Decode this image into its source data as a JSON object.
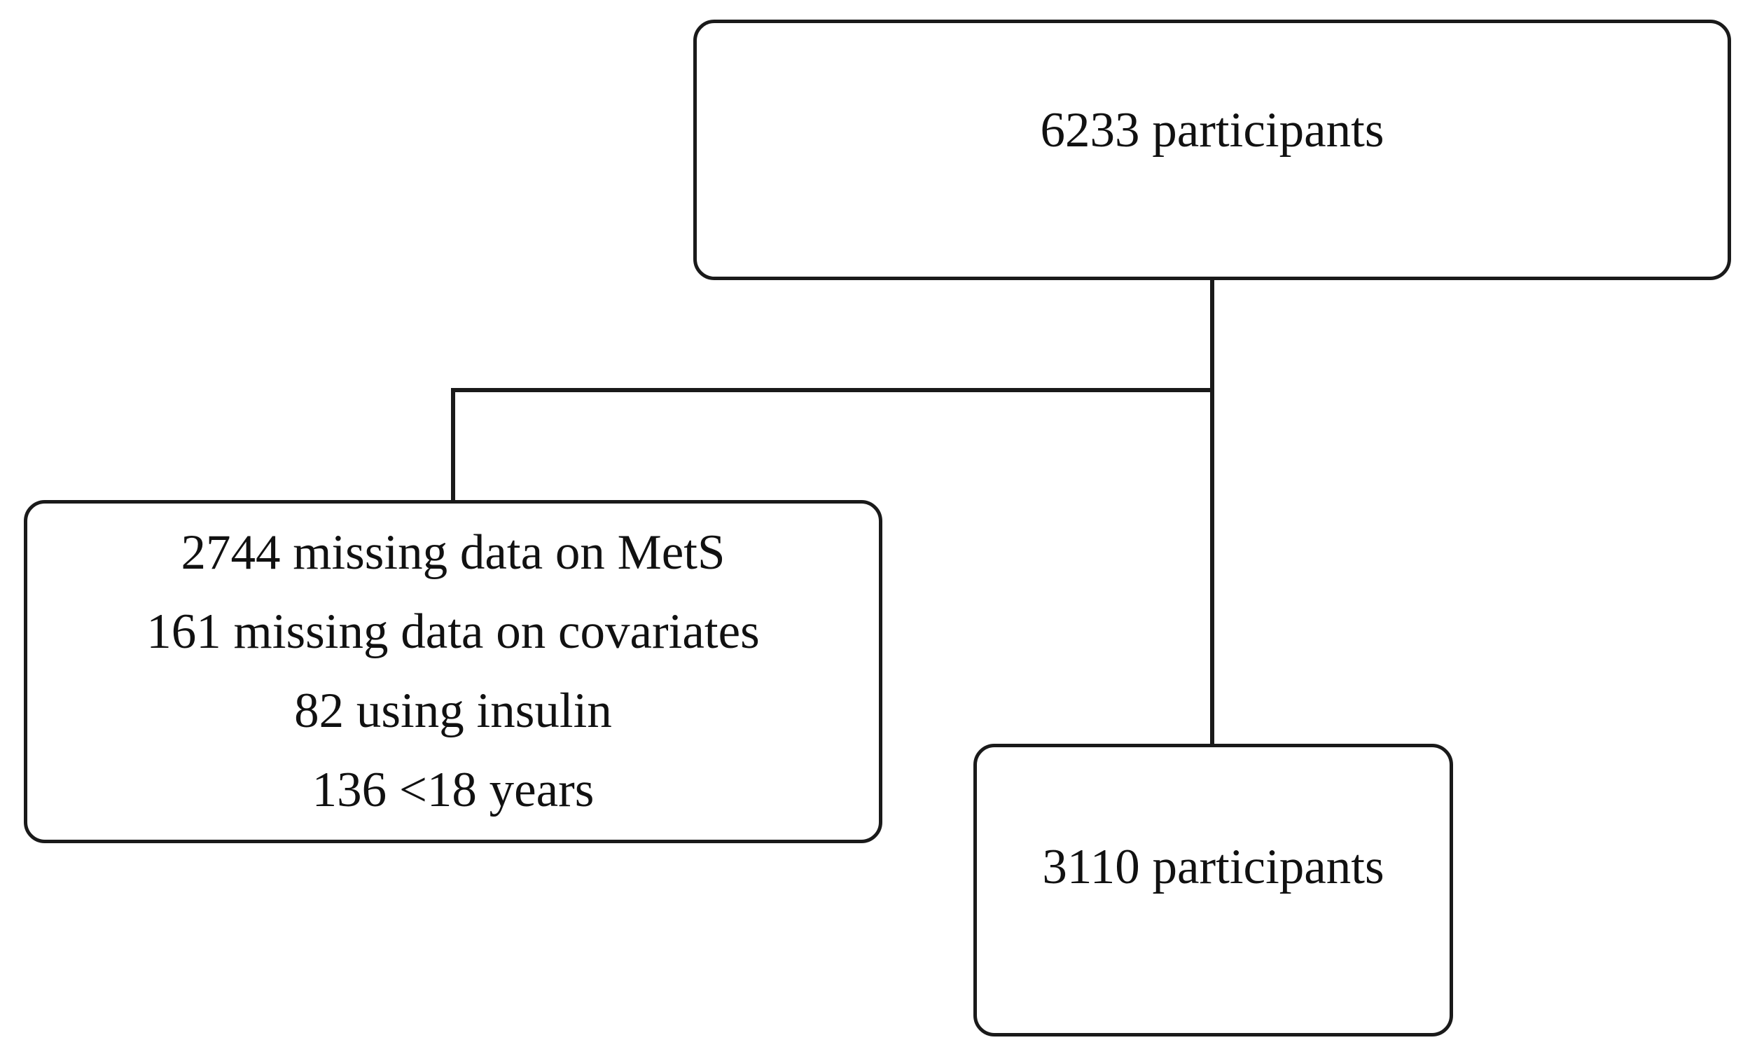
{
  "diagram": {
    "top_box": {
      "text": "6233  participants"
    },
    "exclusion_box": {
      "lines": [
        "2744 missing data on MetS",
        "161 missing data on covariates",
        "82 using insulin",
        "136  <18 years"
      ]
    },
    "final_box": {
      "text": "3110 participants"
    },
    "colors": {
      "line": "#1a1a1a",
      "background": "#ffffff",
      "text": "#111111"
    }
  }
}
